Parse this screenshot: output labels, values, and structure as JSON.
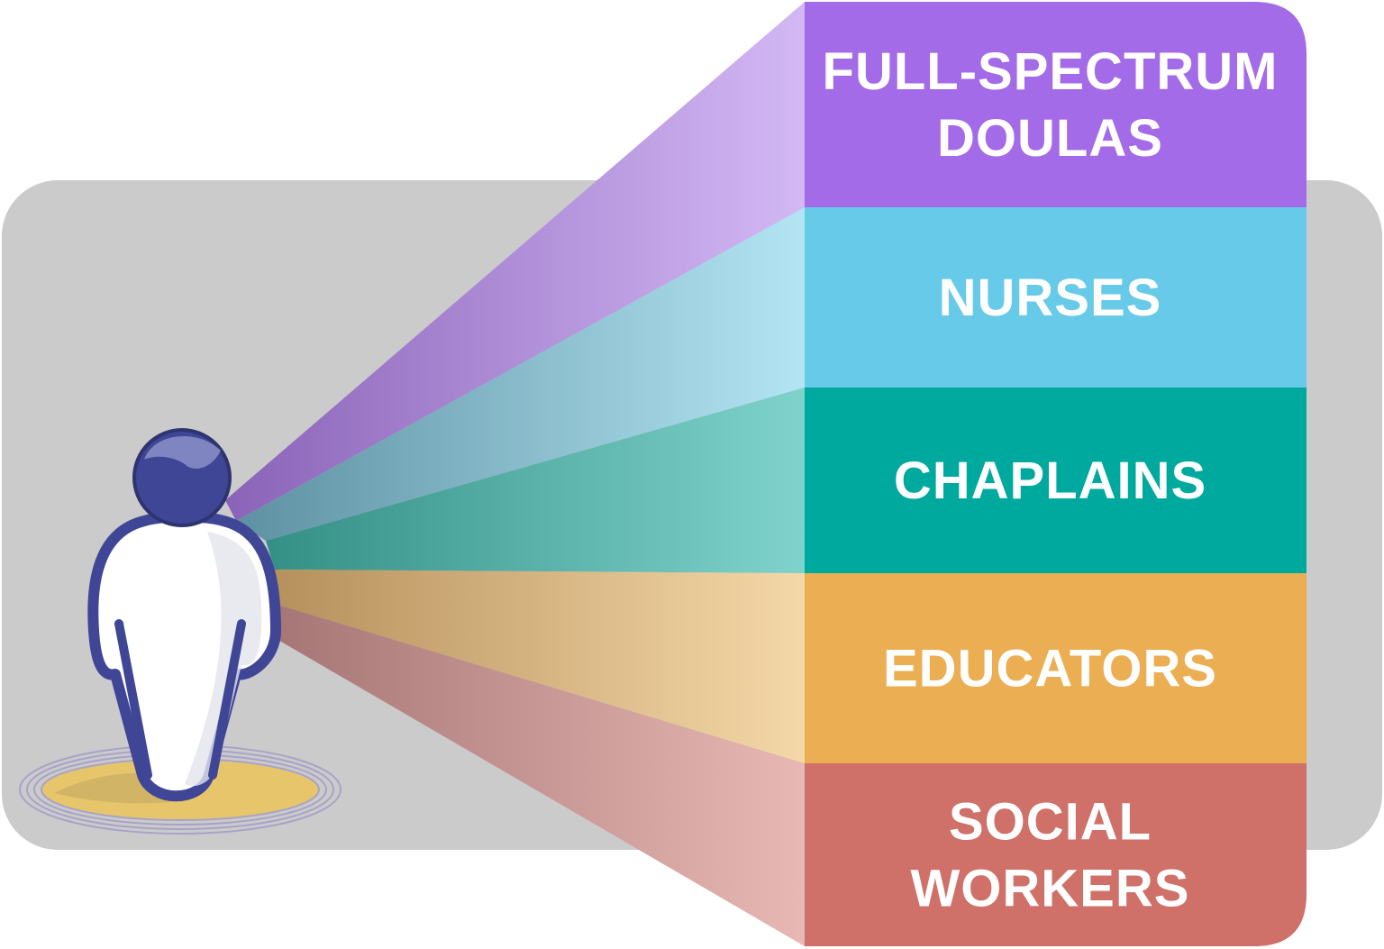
{
  "diagram": {
    "bands": [
      {
        "lines": [
          "FULL-SPECTRUM",
          "DOULAS"
        ],
        "color": "#A46BE8",
        "beam_light": "#D3B8F5",
        "beam_dark": "#8A63B8"
      },
      {
        "lines": [
          "NURSES"
        ],
        "color": "#67CAE8",
        "beam_light": "#B3E5F4",
        "beam_dark": "#5C8FA0"
      },
      {
        "lines": [
          "CHAPLAINS"
        ],
        "color": "#00A99E",
        "beam_light": "#7FD3CC",
        "beam_dark": "#2E8A80"
      },
      {
        "lines": [
          "EDUCATORS"
        ],
        "color": "#EBAE53",
        "beam_light": "#F5D8A8",
        "beam_dark": "#B08A55"
      },
      {
        "lines": [
          "SOCIAL",
          "WORKERS"
        ],
        "color": "#CF7069",
        "beam_light": "#E8B8B4",
        "beam_dark": "#A07070"
      }
    ],
    "figure": {
      "head_color": "#3F4696",
      "body_color": "#FFFFFF",
      "outline_color": "#3F4696",
      "base_color": "#E6C56B"
    },
    "background_color": "#CBCBCB"
  }
}
